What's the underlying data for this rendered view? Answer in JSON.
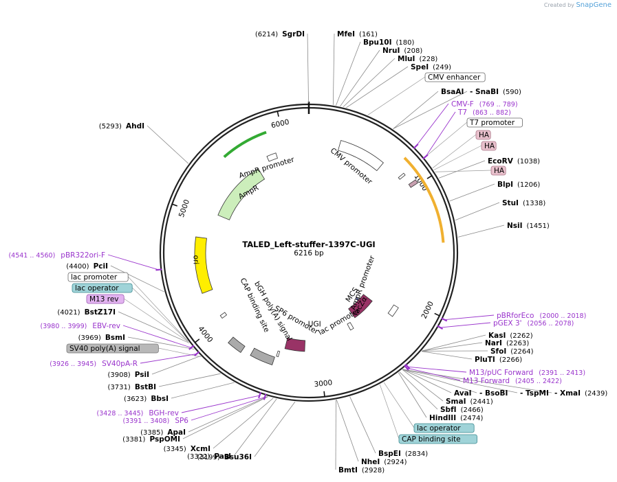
{
  "credit": {
    "prefix": "Created by",
    "brand": "SnapGene"
  },
  "plasmid": {
    "name": "TALED_Left-stuffer-1397C-UGI",
    "length_label": "6216 bp",
    "length": 6216
  },
  "ticks": [
    {
      "label": "1000",
      "pos": 1000
    },
    {
      "label": "2000",
      "pos": 2000
    },
    {
      "label": "3000",
      "pos": 3000
    },
    {
      "label": "4000",
      "pos": 4000
    },
    {
      "label": "5000",
      "pos": 5000
    },
    {
      "label": "6000",
      "pos": 6000
    }
  ],
  "features": [
    {
      "name": "AmpR",
      "start": 5680,
      "end": 5050,
      "color": "#cceebb",
      "type": "gene"
    },
    {
      "name": "AmpR promoter",
      "start": 5900,
      "end": 5810,
      "color": "#ffffff",
      "type": "promoter"
    },
    {
      "name": "CMV promoter",
      "start": 275,
      "end": 684,
      "color": "#ffffff",
      "type": "promoter"
    },
    {
      "name": "T7 promoter",
      "start": 863,
      "end": 882,
      "color": "#ffffff",
      "type": "promoter"
    },
    {
      "name": "HA",
      "start": 960,
      "end": 990,
      "color": "#c8a0b0",
      "type": "tag"
    },
    {
      "name": "ori",
      "start": 4800,
      "end": 4300,
      "color": "#ffee00",
      "type": "rep_origin"
    },
    {
      "name": "MCS",
      "start": 2300,
      "end": 2320,
      "color": "#9999ff",
      "type": "misc"
    },
    {
      "name": "lacZα",
      "start": 2200,
      "end": 2500,
      "color": "#993366",
      "type": "gene"
    },
    {
      "name": "AmpR promoter",
      "start": 2200,
      "end": 2100,
      "color": "#ffffff",
      "type": "promoter"
    },
    {
      "name": "lac promoter",
      "start": 2620,
      "end": 2580,
      "color": "#ffffff",
      "type": "promoter"
    },
    {
      "name": "UGI",
      "start": 3150,
      "end": 3350,
      "color": "#993366",
      "type": "gene"
    },
    {
      "name": "SP6 promoter",
      "start": 3391,
      "end": 3408,
      "color": "#ffffff",
      "type": "promoter"
    },
    {
      "name": "bGH poly(A) signal",
      "start": 3420,
      "end": 3620,
      "color": "#aaaaaa",
      "type": "terminator"
    },
    {
      "name": "CAP binding site",
      "start": 4050,
      "end": 4020,
      "color": "#ffffff",
      "type": "misc"
    },
    {
      "name": "SV40 poly(A) signal",
      "start": 3700,
      "end": 3830,
      "color": "#aaaaaa",
      "type": "terminator"
    }
  ],
  "sites": [
    {
      "name": "SgrDI",
      "pos": "(6214)",
      "anchor": 6214,
      "side": "left"
    },
    {
      "name": "MfeI",
      "pos": "(161)",
      "anchor": 161,
      "side": "right"
    },
    {
      "name": "Bpu10I",
      "pos": "(180)",
      "anchor": 180,
      "side": "right"
    },
    {
      "name": "NruI",
      "pos": "(208)",
      "anchor": 208,
      "side": "right"
    },
    {
      "name": "MluI",
      "pos": "(228)",
      "anchor": 228,
      "side": "right"
    },
    {
      "name": "SpeI",
      "pos": "(249)",
      "anchor": 249,
      "side": "right"
    },
    {
      "name": "BsaAI",
      "pos": "",
      "anchor": 590,
      "side": "right"
    },
    {
      "name": "- SnaBI",
      "pos": "(590)",
      "anchor": 590,
      "side": "right"
    },
    {
      "name": "EcoRV",
      "pos": "(1038)",
      "anchor": 1038,
      "side": "right"
    },
    {
      "name": "BlpI",
      "pos": "(1206)",
      "anchor": 1206,
      "side": "right"
    },
    {
      "name": "StuI",
      "pos": "(1338)",
      "anchor": 1338,
      "side": "right"
    },
    {
      "name": "NsiI",
      "pos": "(1451)",
      "anchor": 1451,
      "side": "right"
    },
    {
      "name": "KasI",
      "pos": "(2262)",
      "anchor": 2262,
      "side": "right"
    },
    {
      "name": "NarI",
      "pos": "(2263)",
      "anchor": 2263,
      "side": "right"
    },
    {
      "name": "SfoI",
      "pos": "(2264)",
      "anchor": 2264,
      "side": "right"
    },
    {
      "name": "PluTI",
      "pos": "(2266)",
      "anchor": 2266,
      "side": "right"
    },
    {
      "name": "AvaI",
      "pos": "",
      "anchor": 2439,
      "side": "right"
    },
    {
      "name": "- BsoBI",
      "pos": "",
      "anchor": 2439,
      "side": "right"
    },
    {
      "name": "- TspMI",
      "pos": "",
      "anchor": 2439,
      "side": "right"
    },
    {
      "name": "- XmaI",
      "pos": "(2439)",
      "anchor": 2439,
      "side": "right"
    },
    {
      "name": "SmaI",
      "pos": "(2441)",
      "anchor": 2441,
      "side": "right"
    },
    {
      "name": "SbfI",
      "pos": "(2466)",
      "anchor": 2466,
      "side": "right"
    },
    {
      "name": "HindIII",
      "pos": "(2474)",
      "anchor": 2474,
      "side": "right"
    },
    {
      "name": "BspEI",
      "pos": "(2834)",
      "anchor": 2834,
      "side": "right"
    },
    {
      "name": "NheI",
      "pos": "(2924)",
      "anchor": 2924,
      "side": "right"
    },
    {
      "name": "BmtI",
      "pos": "(2928)",
      "anchor": 2928,
      "side": "right"
    },
    {
      "name": "Bsu36I",
      "pos": "(3199)",
      "anchor": 3199,
      "side": "left"
    },
    {
      "name": "PasI",
      "pos": "(3322)",
      "anchor": 3322,
      "side": "left"
    },
    {
      "name": "XcmI",
      "pos": "(3345)",
      "anchor": 3345,
      "side": "left"
    },
    {
      "name": "PspOMI",
      "pos": "(3381)",
      "anchor": 3381,
      "side": "left"
    },
    {
      "name": "ApaI",
      "pos": "(3385)",
      "anchor": 3385,
      "side": "left"
    },
    {
      "name": "BbsI",
      "pos": "(3623)",
      "anchor": 3623,
      "side": "left"
    },
    {
      "name": "BstBI",
      "pos": "(3731)",
      "anchor": 3731,
      "side": "left"
    },
    {
      "name": "PsiI",
      "pos": "(3908)",
      "anchor": 3908,
      "side": "left"
    },
    {
      "name": "BsmI",
      "pos": "(3969)",
      "anchor": 3969,
      "side": "left"
    },
    {
      "name": "BstZ17I",
      "pos": "(4021)",
      "anchor": 4021,
      "side": "left"
    },
    {
      "name": "PciI",
      "pos": "(4400)",
      "anchor": 4400,
      "side": "left"
    },
    {
      "name": "AhdI",
      "pos": "(5293)",
      "anchor": 5293,
      "side": "left"
    }
  ],
  "boxed_labels": [
    {
      "text": "CMV enhancer",
      "style": "white",
      "anchor": 400
    },
    {
      "text": "T7 promoter",
      "style": "white",
      "anchor": 872
    },
    {
      "text": "HA",
      "style": "pink",
      "anchor": 960
    },
    {
      "text": "HA",
      "style": "pink",
      "anchor": 975
    },
    {
      "text": "HA",
      "style": "pink",
      "anchor": 990
    },
    {
      "text": "lac operator",
      "style": "teal",
      "anchor": 2590
    },
    {
      "text": "CAP binding site",
      "style": "teal",
      "anchor": 2620
    },
    {
      "text": "lac promoter",
      "style": "white",
      "anchor": 4040
    },
    {
      "text": "lac operator",
      "style": "teal",
      "anchor": 4035
    },
    {
      "text": "M13 rev",
      "style": "purple",
      "anchor": 4030
    },
    {
      "text": "SV40 poly(A) signal",
      "style": "gray",
      "anchor": 3900
    }
  ],
  "primers": [
    {
      "name": "CMV-F",
      "range": "(769 .. 789)",
      "anchor": 779,
      "side": "right"
    },
    {
      "name": "T7",
      "range": "(863 .. 882)",
      "anchor": 872,
      "side": "right"
    },
    {
      "name": "pBRforEco",
      "range": "(2000 .. 2018)",
      "anchor": 2009,
      "side": "right"
    },
    {
      "name": "pGEX 3'",
      "range": "(2056 .. 2078)",
      "anchor": 2067,
      "side": "right"
    },
    {
      "name": "M13/pUC Forward",
      "range": "(2391 .. 2413)",
      "anchor": 2402,
      "side": "right"
    },
    {
      "name": "M13 Forward",
      "range": "(2405 .. 2422)",
      "anchor": 2413,
      "side": "right"
    },
    {
      "name": "BGH-rev",
      "range": "(3428 .. 3445)",
      "anchor": 3436,
      "side": "left"
    },
    {
      "name": "SP6",
      "range": "(3391 .. 3408)",
      "anchor": 3400,
      "side": "left"
    },
    {
      "name": "SV40pA-R",
      "range": "(3926 .. 3945)",
      "anchor": 3935,
      "side": "left"
    },
    {
      "name": "EBV-rev",
      "range": "(3980 .. 3999)",
      "anchor": 3989,
      "side": "left"
    },
    {
      "name": "pBR322ori-F",
      "range": "(4541 .. 4560)",
      "anchor": 4550,
      "side": "left"
    }
  ]
}
